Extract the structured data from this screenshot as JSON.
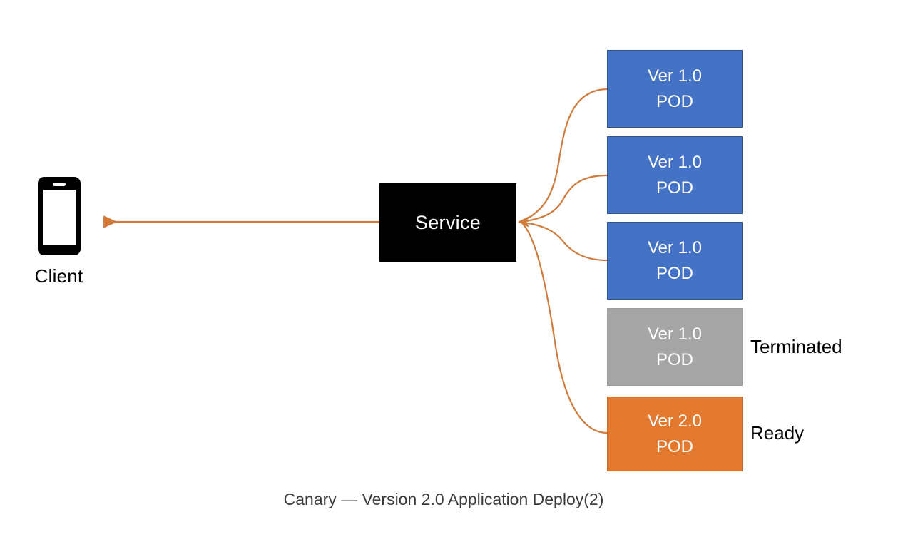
{
  "diagram": {
    "caption": "Canary — Version 2.0 Application Deploy(2)",
    "client": {
      "label": "Client",
      "icon": "mobile-phone-icon"
    },
    "service": {
      "label": "Service"
    },
    "pods": [
      {
        "version_line": "Ver 1.0",
        "type_line": "POD",
        "state": "running",
        "color": "#4472C4",
        "status_label": ""
      },
      {
        "version_line": "Ver 1.0",
        "type_line": "POD",
        "state": "running",
        "color": "#4472C4",
        "status_label": ""
      },
      {
        "version_line": "Ver 1.0",
        "type_line": "POD",
        "state": "running",
        "color": "#4472C4",
        "status_label": ""
      },
      {
        "version_line": "Ver 1.0",
        "type_line": "POD",
        "state": "terminated",
        "color": "#A5A5A5",
        "status_label": "Terminated"
      },
      {
        "version_line": "Ver 2.0",
        "type_line": "POD",
        "state": "ready",
        "color": "#E2792F",
        "status_label": "Ready"
      }
    ],
    "status_labels": {
      "terminated": "Terminated",
      "ready": "Ready"
    },
    "colors": {
      "pod_running": "#4472C4",
      "pod_running_border": "#2F528F",
      "pod_terminated": "#A5A5A5",
      "pod_ready": "#E2792F",
      "service_box": "#000000",
      "connector": "#D07B3C",
      "background": "#FFFFFF",
      "caption_text": "#3A3A3A"
    },
    "connectors": {
      "service_to_client": "arrow-left",
      "pods_to_service": 4
    }
  }
}
